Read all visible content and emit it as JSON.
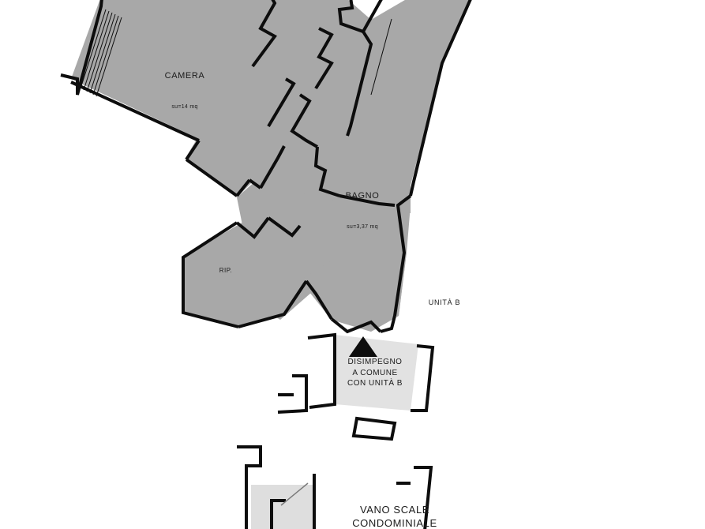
{
  "document": {
    "type": "architectural-floor-plan",
    "background_color": "#ffffff",
    "wall_color": "#0d0d0d",
    "room_fill_color": "#a8a8a8",
    "secondary_fill_color": "#d9d9d9",
    "text_color": "#1a1a1a"
  },
  "labels": {
    "camera_name": "CAMERA",
    "camera_area": "su=14 mq",
    "bagno_name": "BAGNO",
    "bagno_area": "su=3,37 mq",
    "rip": "RIP.",
    "unita_b": "UNITÀ B",
    "disimpegno": "DISIMPEGNO\nA COMUNE\nCON UNITÀ B",
    "vano_scale": "VANO SCALE\nCONDOMINIALE"
  },
  "markers": {
    "north_arrow": "triangle-up-marker"
  }
}
